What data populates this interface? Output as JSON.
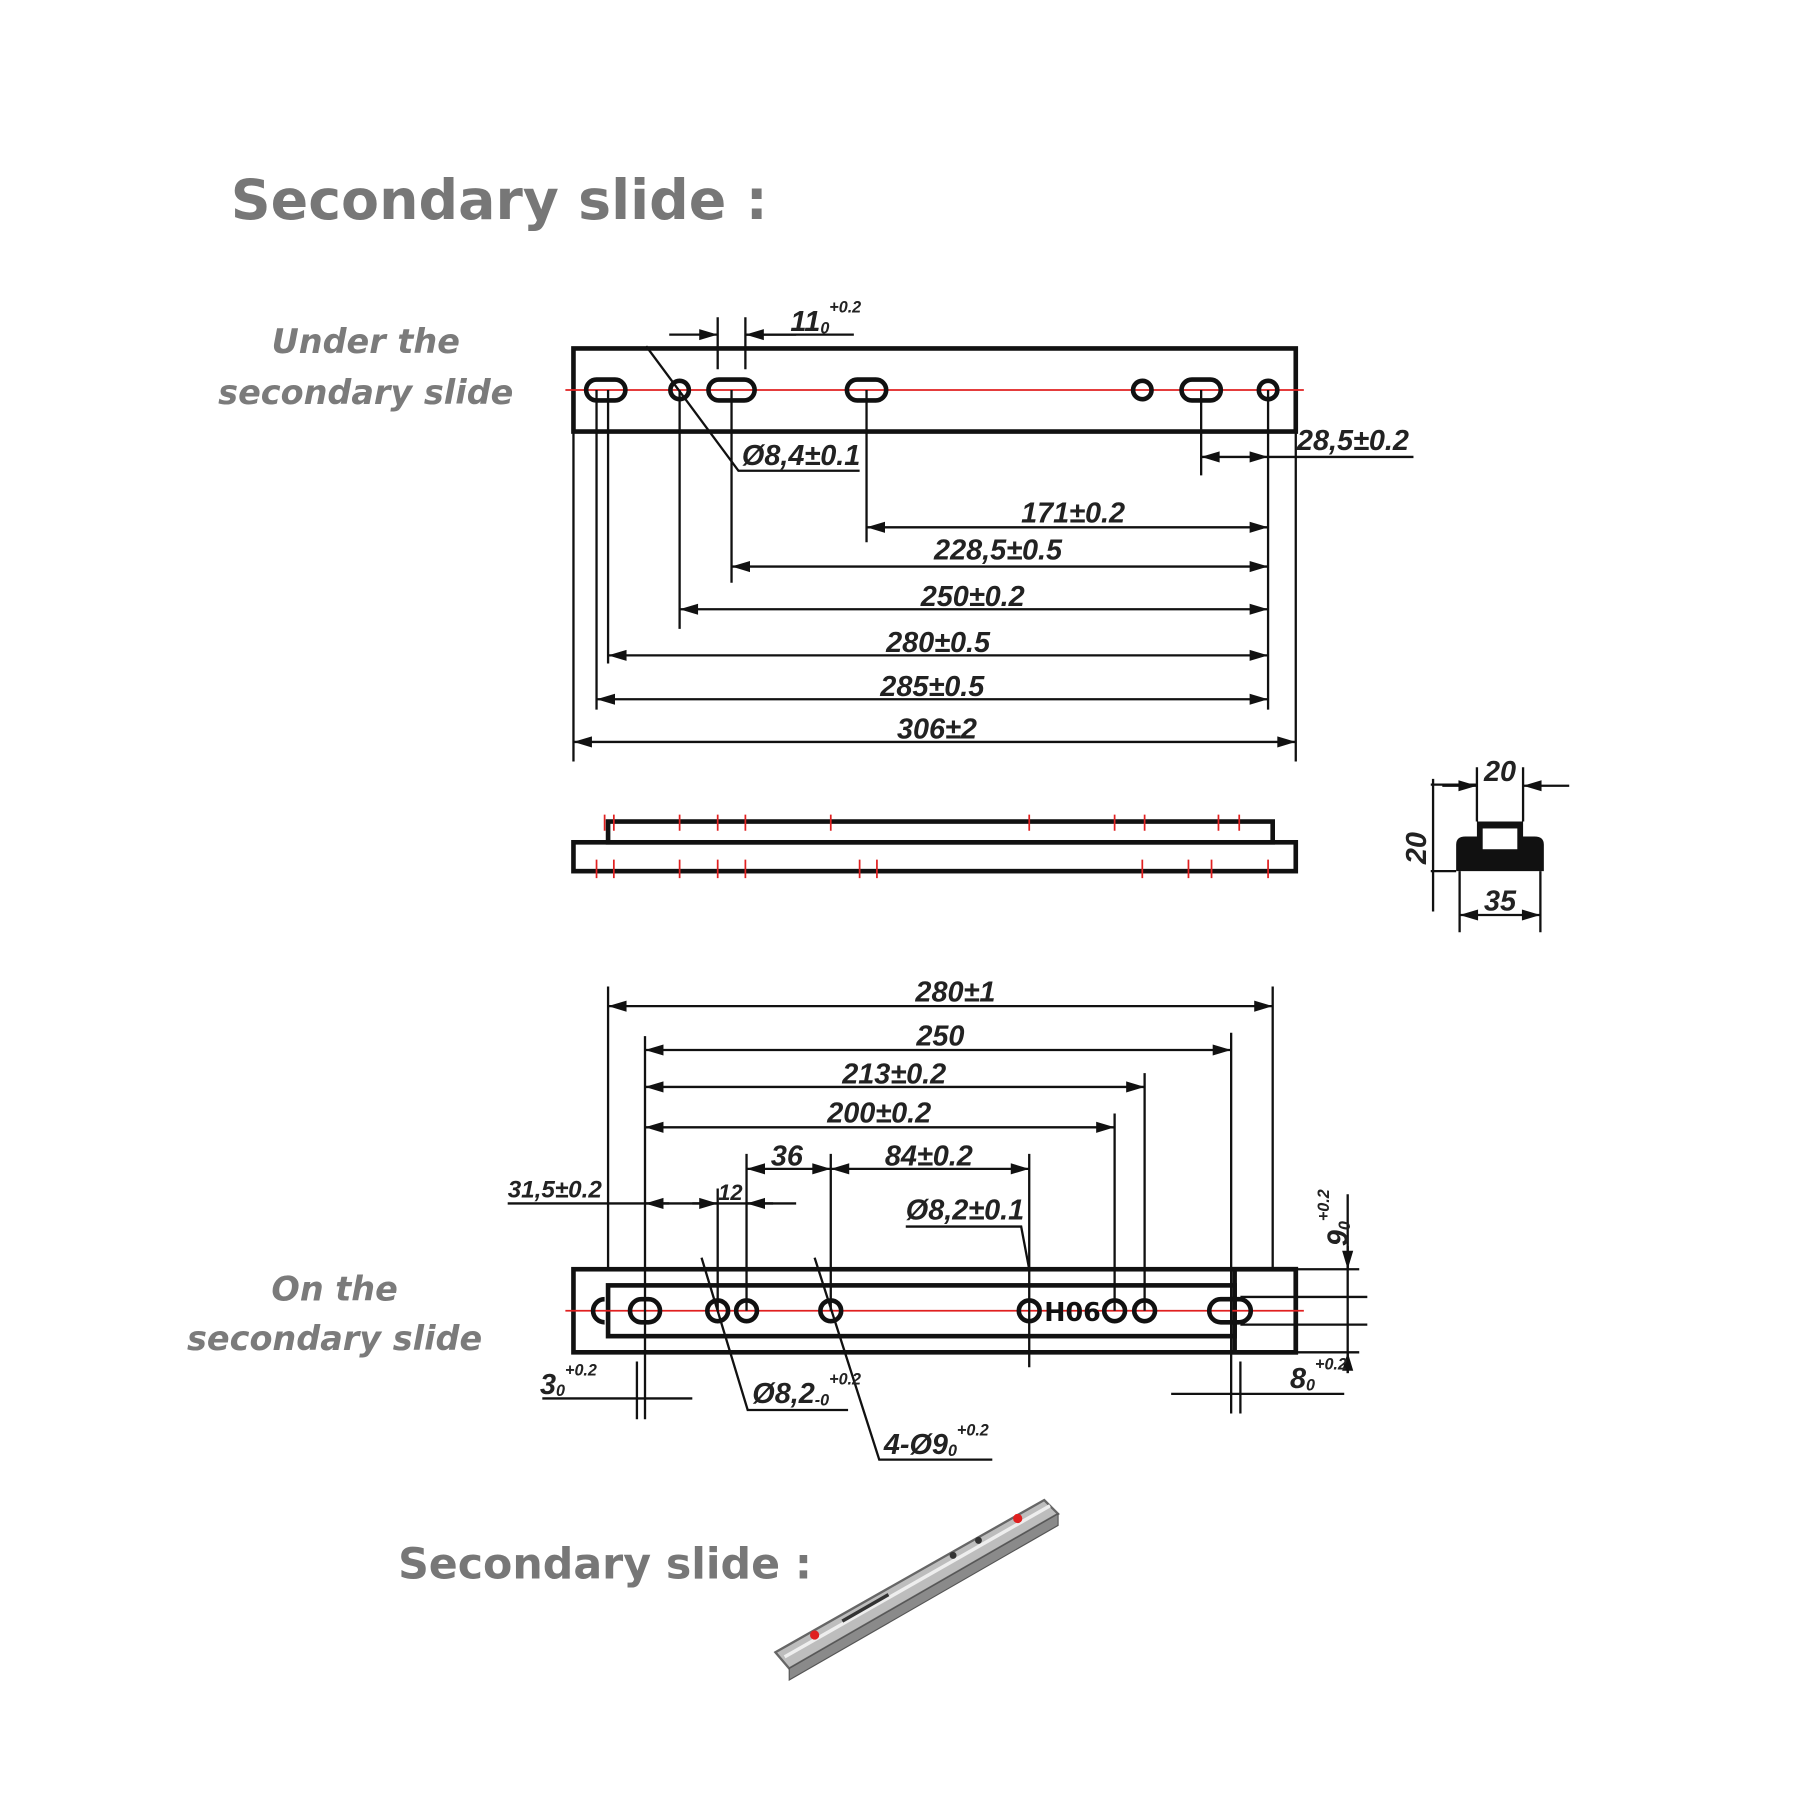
{
  "title": "Secondary slide :",
  "under_label": [
    "Under the",
    "secondary slide"
  ],
  "on_label": [
    "On the",
    "secondary slide"
  ],
  "photo_title": "Secondary slide :",
  "top_view": {
    "dims": [
      "171±0.2",
      "228,5±0.5",
      "250±0.2",
      "280±0.5",
      "285±0.5",
      "306±2"
    ],
    "right_dim": "28,5±0.2",
    "slot_width": {
      "main": "11",
      "sub": "0",
      "sup": "+0.2"
    },
    "hole_dia": "Ø8,4±0.1"
  },
  "profile": {
    "top": "20",
    "height": "20",
    "bottom": "35"
  },
  "bottom_view": {
    "dims": [
      "280±1",
      "250",
      "213±0.2",
      "200±0.2"
    ],
    "d36": "36",
    "d84": "84±0.2",
    "d315": "31,5±0.2",
    "d12": "12",
    "hole_dia": "Ø8,2±0.1",
    "marking": "H06",
    "d9": {
      "main": "9",
      "sub": "0",
      "sup": "+0.2"
    },
    "d3": {
      "main": "3",
      "sub": "0",
      "sup": "+0.2"
    },
    "d82": {
      "main": "Ø8,2",
      "sub": "-0",
      "sup": "+0.2"
    },
    "d4x9": {
      "main": "4-Ø9",
      "sub": "0",
      "sup": "+0.2"
    },
    "d8": {
      "main": "8",
      "sub": "0",
      "sup": "+0.2"
    }
  },
  "colors": {
    "centerline": "#e02020",
    "title": "#777777"
  }
}
